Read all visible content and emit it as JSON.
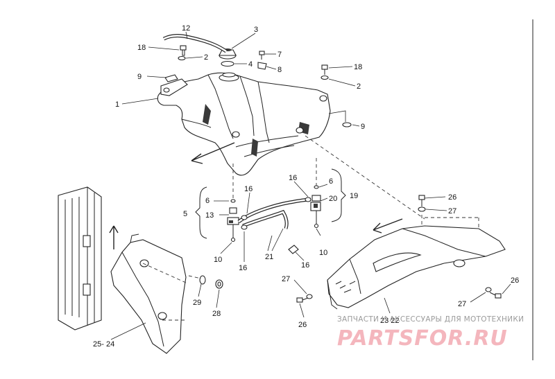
{
  "diagram": {
    "labels": [
      {
        "id": "1",
        "text": "1"
      },
      {
        "id": "2a",
        "text": "2"
      },
      {
        "id": "2b",
        "text": "2"
      },
      {
        "id": "3",
        "text": "3"
      },
      {
        "id": "4",
        "text": "4"
      },
      {
        "id": "5",
        "text": "5"
      },
      {
        "id": "6a",
        "text": "6"
      },
      {
        "id": "6b",
        "text": "6"
      },
      {
        "id": "7",
        "text": "7"
      },
      {
        "id": "8",
        "text": "8"
      },
      {
        "id": "9a",
        "text": "9"
      },
      {
        "id": "9b",
        "text": "9"
      },
      {
        "id": "10a",
        "text": "10"
      },
      {
        "id": "10b",
        "text": "10"
      },
      {
        "id": "12",
        "text": "12"
      },
      {
        "id": "13",
        "text": "13"
      },
      {
        "id": "16a",
        "text": "16"
      },
      {
        "id": "16b",
        "text": "16"
      },
      {
        "id": "16c",
        "text": "16"
      },
      {
        "id": "16d",
        "text": "16"
      },
      {
        "id": "18a",
        "text": "18"
      },
      {
        "id": "18b",
        "text": "18"
      },
      {
        "id": "19",
        "text": "19"
      },
      {
        "id": "20",
        "text": "20"
      },
      {
        "id": "21",
        "text": "21"
      },
      {
        "id": "23-22",
        "text": "23 22"
      },
      {
        "id": "25-24",
        "text": "25- 24"
      },
      {
        "id": "26a",
        "text": "26"
      },
      {
        "id": "26b",
        "text": "26"
      },
      {
        "id": "26c",
        "text": "26"
      },
      {
        "id": "27a",
        "text": "27"
      },
      {
        "id": "27b",
        "text": "27"
      },
      {
        "id": "27c",
        "text": "27"
      },
      {
        "id": "28",
        "text": "28"
      },
      {
        "id": "29",
        "text": "29"
      }
    ]
  },
  "watermark": {
    "caption": "ЗАПЧАСТИ И АКСЕССУАРЫ ДЛЯ МОТОТЕХНИКИ",
    "logo": "PARTSFOR.RU"
  }
}
